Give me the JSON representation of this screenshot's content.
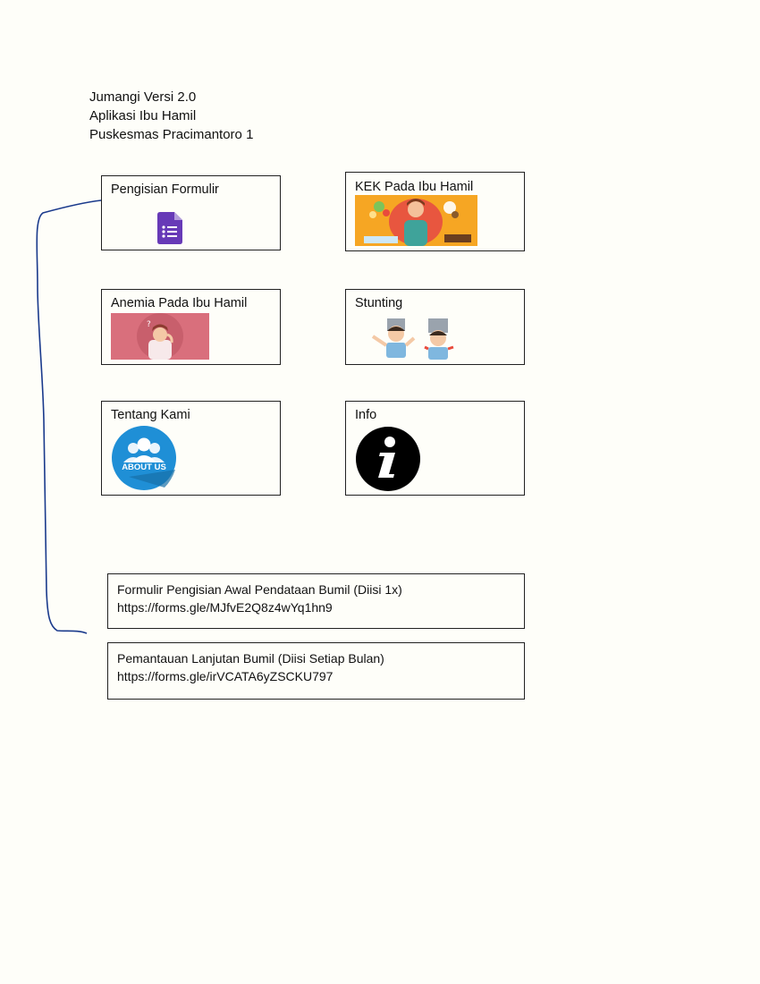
{
  "header": {
    "line1": "Jumangi Versi 2.0",
    "line2": "Aplikasi Ibu Hamil",
    "line3": "Puskesmas Pracimantoro 1"
  },
  "menu": {
    "pengisian_formulir": "Pengisian Formulir",
    "kek": "KEK Pada Ibu Hamil",
    "anemia": "Anemia Pada Ibu Hamil",
    "stunting": "Stunting",
    "tentang_kami": "Tentang Kami",
    "info": "Info"
  },
  "about_badge_text": "ABOUT US",
  "forms": {
    "awal_title": "Formulir Pengisian Awal Pendataan Bumil  (Diisi 1x)",
    "awal_url": "https://forms.gle/MJfvE2Q8z4wYq1hn9",
    "lanjutan_title": "Pemantauan Lanjutan Bumil (Diisi Setiap Bulan)",
    "lanjutan_url": "https://forms.gle/irVCATA6yZSCKU797"
  },
  "colors": {
    "forms_purple": "#673ab7",
    "kek_orange": "#f6a623",
    "anemia_pink": "#d96f7c",
    "about_blue": "#1f8fd6",
    "connector_blue": "#1a3a8c"
  },
  "icons": {
    "forms": "google-forms-icon",
    "info": "info-icon",
    "about": "about-us-icon"
  }
}
